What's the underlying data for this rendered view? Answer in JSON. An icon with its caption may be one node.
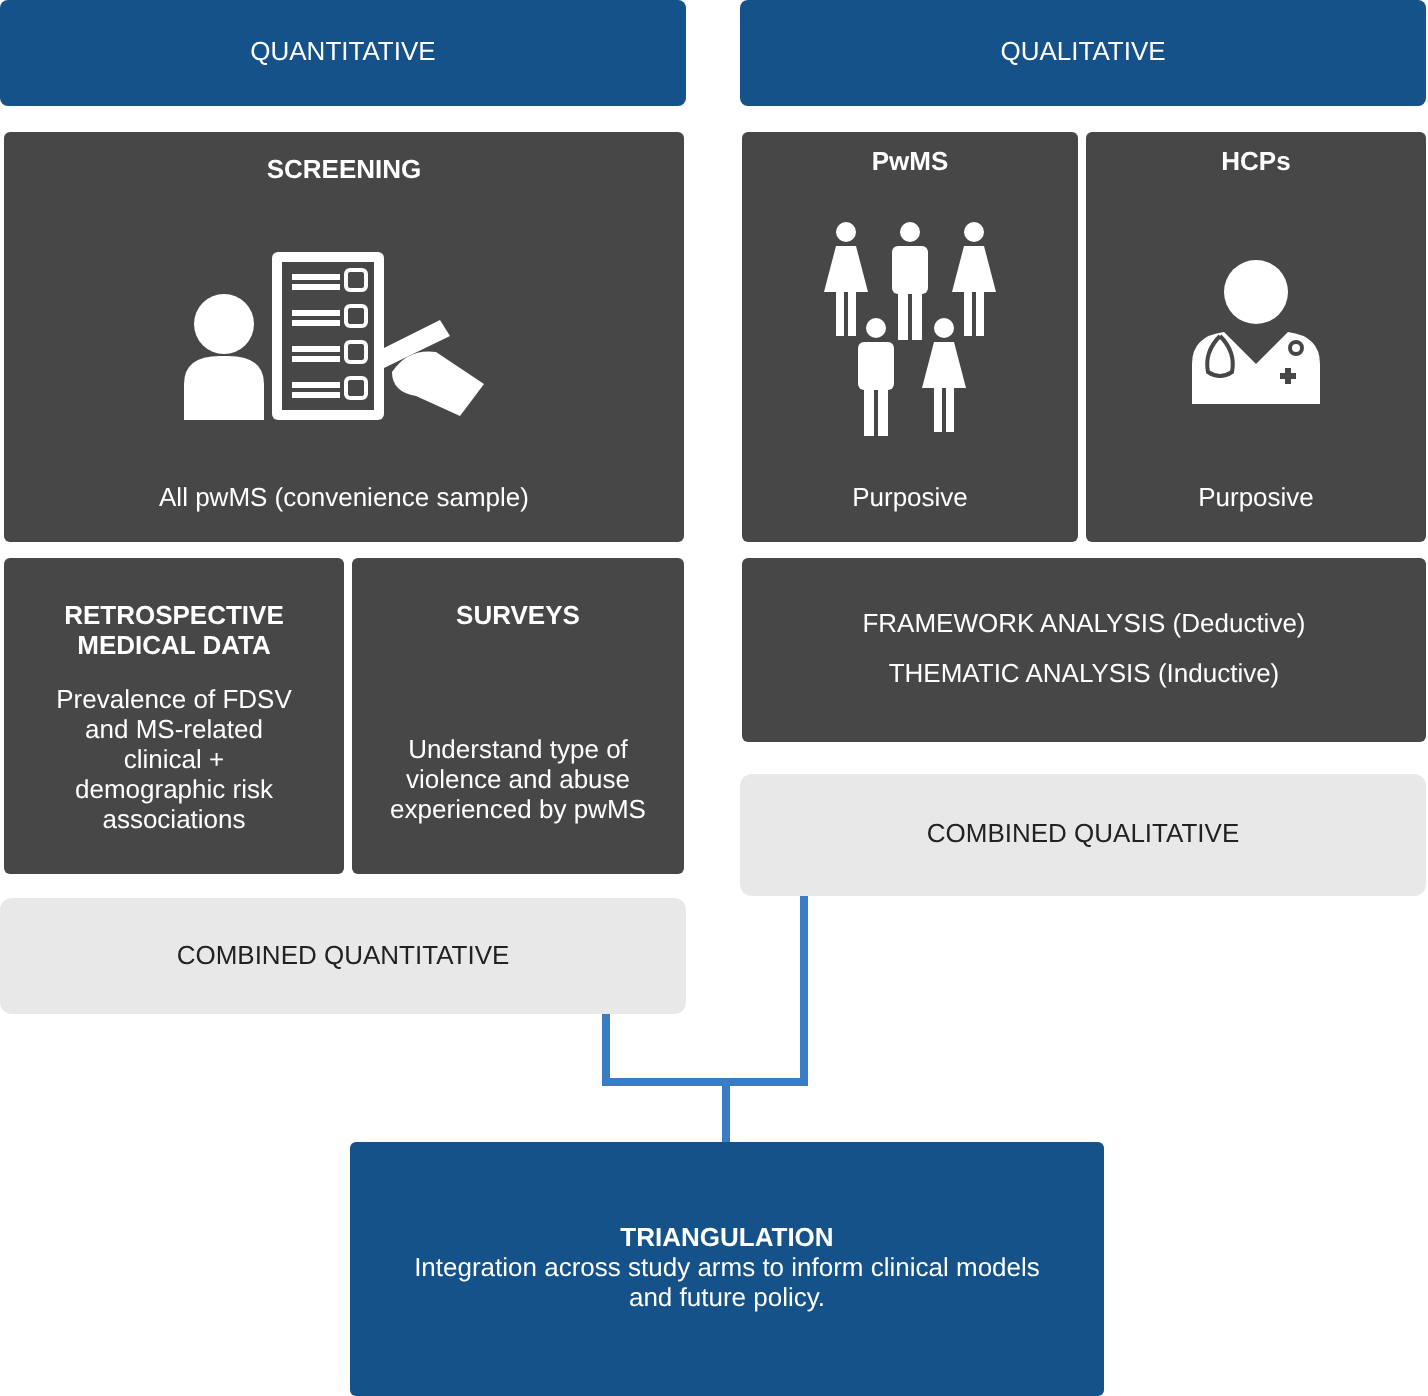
{
  "diagram": {
    "nodes": [
      {
        "text": [
          "QUANTITATIVE"
        ]
      },
      {
        "text": [
          "QUALITATIVE"
        ]
      },
      {
        "text": [
          "SCREENING",
          "All pwMS (convenience sample)"
        ]
      },
      {
        "text": [
          "RETROSPECTIVE MEDICAL DATA",
          "Prevalence of FDSV and MS-related clinical + demographic risk associations"
        ]
      },
      {
        "text": [
          "SURVEYS",
          "Understand type of violence and abuse experienced by pwMS"
        ]
      },
      {
        "text": [
          "PwMS",
          "Purposive"
        ]
      },
      {
        "text": [
          "HCPs",
          "Purposive"
        ]
      },
      {
        "text": [
          "FRAMEWORK ANALYSIS (Deductive)",
          "THEMATIC ANALYSIS (Inductive)"
        ]
      },
      {
        "text": [
          "COMBINED QUALITATIVE"
        ]
      },
      {
        "text": [
          "COMBINED QUANTITATIVE"
        ]
      },
      {
        "text": [
          "TRIANGULATION",
          "Integration across study arms to inform clinical models and future policy."
        ]
      }
    ],
    "edges": [
      {
        "from": 9,
        "to": 10,
        "arrow": "none"
      },
      {
        "from": 8,
        "to": 10,
        "arrow": "none"
      }
    ]
  }
}
